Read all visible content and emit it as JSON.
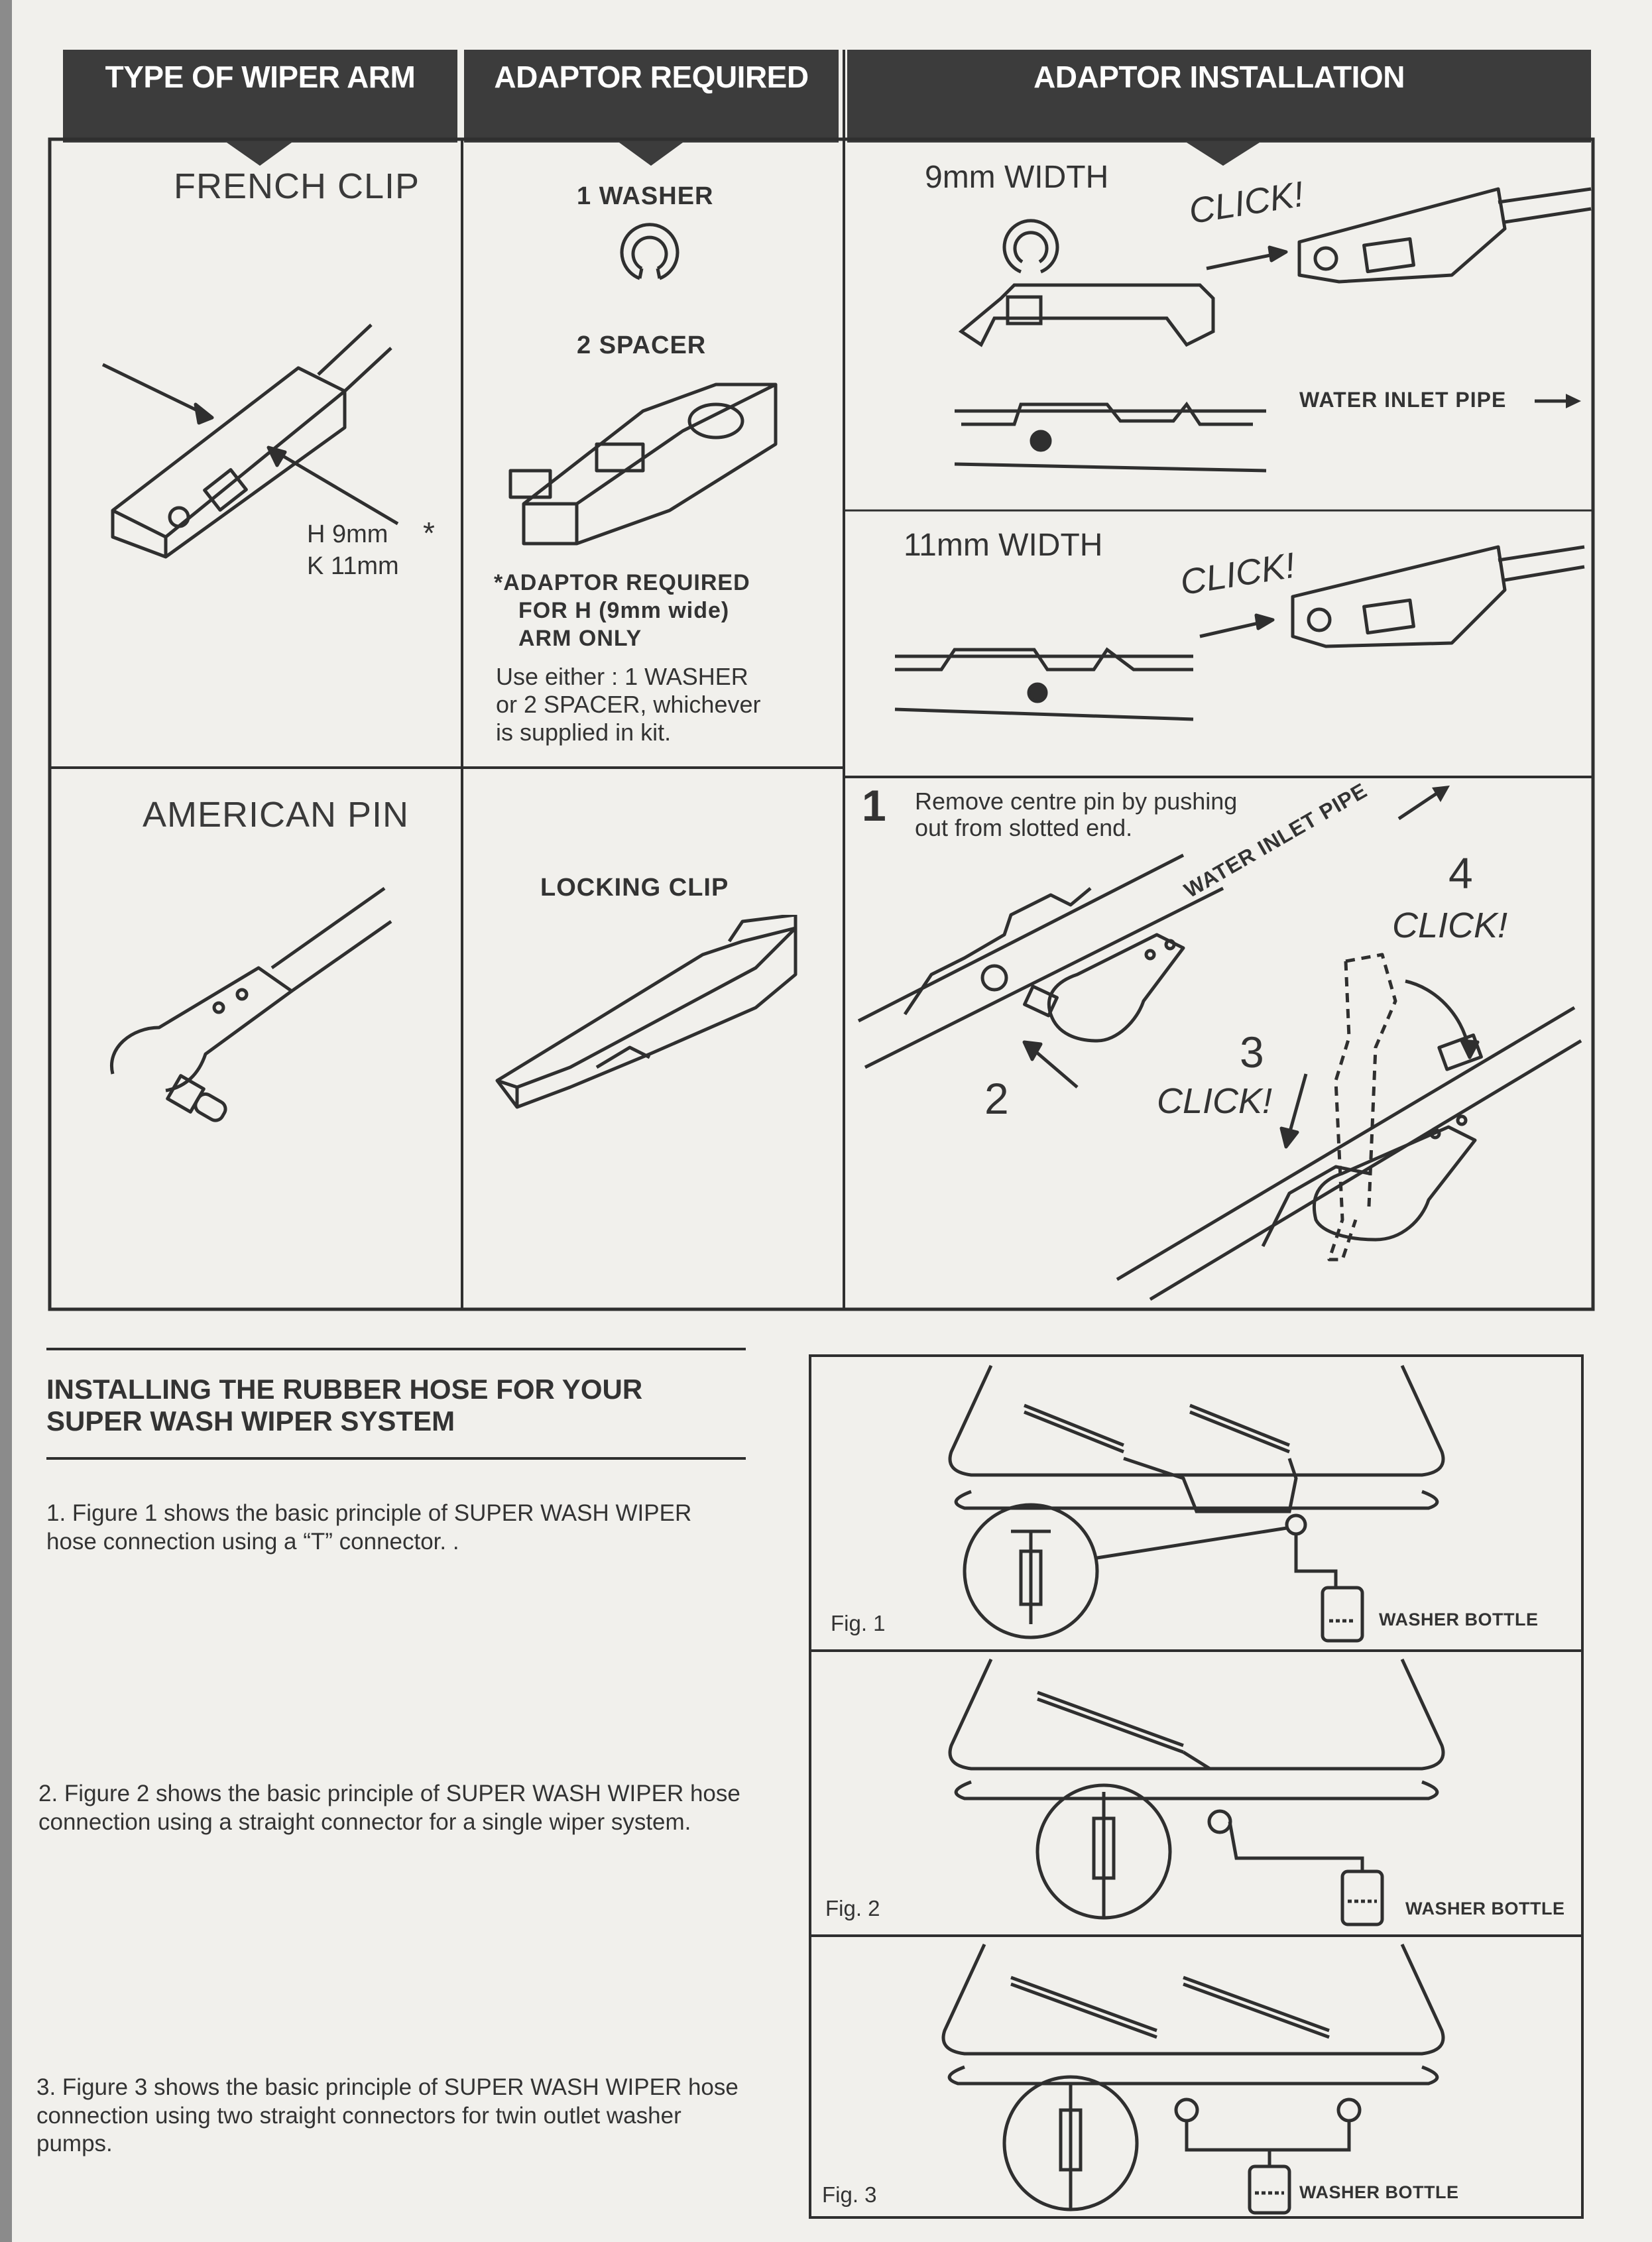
{
  "headers": {
    "type_of_wiper_arm": "TYPE OF WIPER ARM",
    "adaptor_required": "ADAPTOR REQUIRED",
    "adaptor_installation": "ADAPTOR INSTALLATION"
  },
  "french_clip": {
    "title": "FRENCH CLIP",
    "size_h": "H  9mm",
    "asterisk": "*",
    "size_k": "K 11mm",
    "washer_label": "1 WASHER",
    "spacer_label": "2 SPACER",
    "note_line1": "*ADAPTOR REQUIRED",
    "note_line2": "FOR H (9mm wide)",
    "note_line3": "ARM ONLY",
    "use_line1": "Use either : 1 WASHER",
    "use_line2": "or 2 SPACER, whichever",
    "use_line3": "is supplied in kit.",
    "width_9": "9mm WIDTH",
    "width_11": "11mm WIDTH",
    "click": "CLICK!",
    "water_inlet_pipe": "WATER INLET PIPE"
  },
  "american_pin": {
    "title": "AMERICAN PIN",
    "locking_clip": "LOCKING CLIP",
    "step1_num": "1",
    "step1_line1": "Remove centre pin by pushing",
    "step1_line2": "out from slotted end.",
    "step2_num": "2",
    "step3_num": "3",
    "step4_num": "4",
    "click": "CLICK!",
    "water_inlet_pipe": "WATER INLET PIPE"
  },
  "hose_section": {
    "title_line1": "INSTALLING THE RUBBER HOSE FOR YOUR",
    "title_line2": "SUPER WASH WIPER SYSTEM",
    "step1": "1. Figure 1 shows the basic principle of SUPER WASH WIPER hose connection using a “T” connector. .",
    "step2": "2. Figure 2 shows the basic principle of SUPER WASH WIPER hose connection using a straight connector for a single wiper system.",
    "step3": "3. Figure 3 shows the basic principle of SUPER WASH WIPER hose connection using two straight connectors for twin outlet washer pumps."
  },
  "figures": [
    {
      "label": "Fig.  1",
      "bottle": "WASHER BOTTLE"
    },
    {
      "label": "Fig.  2",
      "bottle": "WASHER BOTTLE"
    },
    {
      "label": "Fig.  3",
      "bottle": "WASHER BOTTLE"
    }
  ]
}
